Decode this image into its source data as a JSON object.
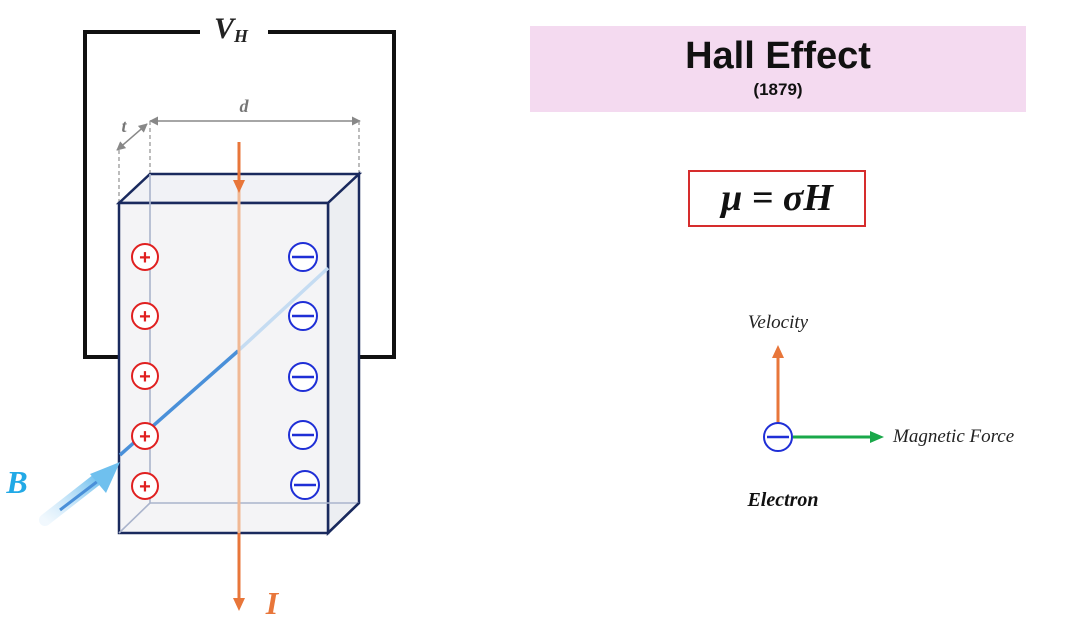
{
  "title": "Hall Effect",
  "year": "(1879)",
  "formula": "μ = σH",
  "left_diagram": {
    "voltage_label": "V",
    "voltage_subscript": "H",
    "width_label": "d",
    "thickness_label": "t",
    "field_label": "B",
    "current_label": "I",
    "positive_symbol": "+",
    "positive_count": 5,
    "negative_count": 5
  },
  "right_diagram": {
    "velocity_label": "Velocity",
    "force_label": "Magnetic Force",
    "particle_label": "Electron"
  },
  "colors": {
    "wire": "#111111",
    "slab_edge": "#1a2a5e",
    "slab_fill": "#eef0f4",
    "current_arrow": "#e8763a",
    "field_arrow": "#4a90d9",
    "positive_charge": "#e02020",
    "negative_charge": "#1f2fd6",
    "force_arrow": "#1aa84a",
    "title_bg": "#f4daf0",
    "formula_border": "#d62d2d",
    "dimension": "#888888"
  }
}
